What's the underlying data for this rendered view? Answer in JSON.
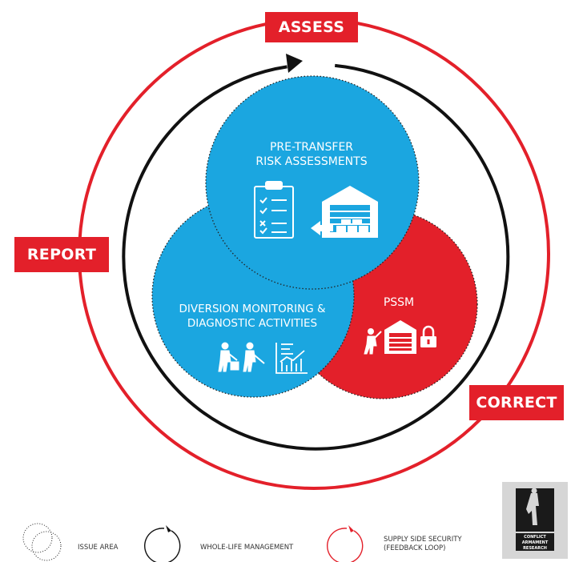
{
  "stages": {
    "assess": "ASSESS",
    "report": "REPORT",
    "correct": "CORRECT"
  },
  "circles": {
    "pre_transfer_line1": "PRE-TRANSFER",
    "pre_transfer_line2": "RISK ASSESSMENTS",
    "diversion_line1": "DIVERSION MONITORING &",
    "diversion_line2": "DIAGNOSTIC ACTIVITIES",
    "pssm": "PSSM"
  },
  "legend": {
    "issue_area": "ISSUE AREA",
    "whole_life": "WHOLE-LIFE MANAGEMENT",
    "supply_side_line1": "SUPPLY SIDE SECURITY",
    "supply_side_line2": "(FEEDBACK LOOP)"
  },
  "logo": {
    "line1": "CONFLICT",
    "line2": "ARMAMENT",
    "line3": "RESEARCH"
  },
  "colors": {
    "red": "#e3202a",
    "blue": "#1ba6e0",
    "black": "#111111"
  },
  "icons": [
    "checklist-icon",
    "warehouse-icon",
    "inspectors-icon",
    "growth-chart-icon",
    "intruder-icon",
    "secure-warehouse-icon",
    "padlock-icon"
  ]
}
